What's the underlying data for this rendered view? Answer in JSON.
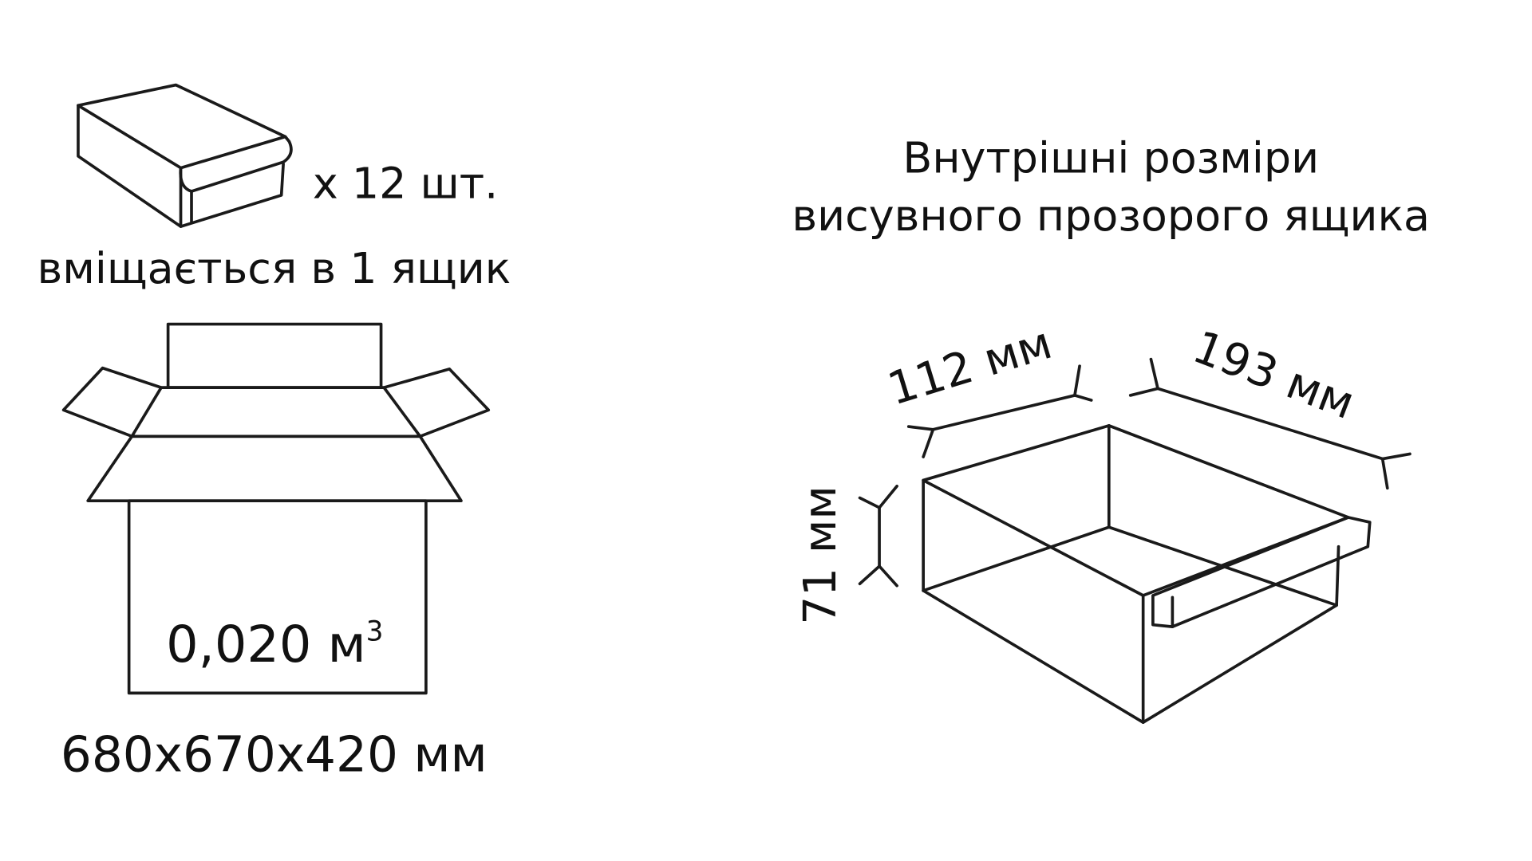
{
  "left": {
    "quantity": "x 12 шт.",
    "fits_text": "вміщається в 1 ящик",
    "volume": "0,020 м",
    "volume_sup": "3",
    "carton_size": "680x670x420 мм"
  },
  "right": {
    "title_line1": "Внутрішні розміри",
    "title_line2": "висувного прозорого ящика",
    "width": "112 мм",
    "length": "193 мм",
    "height": "71 мм"
  }
}
